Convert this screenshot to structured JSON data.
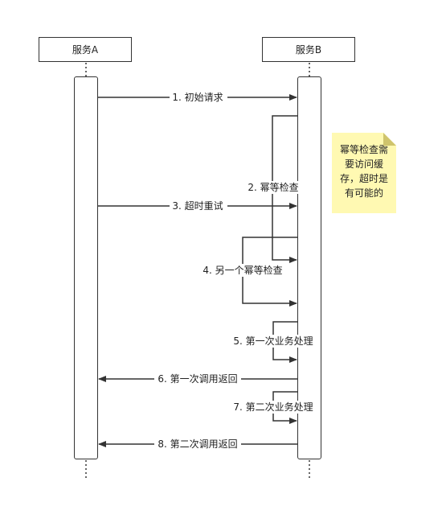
{
  "participants": {
    "a": "服务A",
    "b": "服务B"
  },
  "messages": [
    "1. 初始请求",
    "2. 幂等检查",
    "3. 超时重试",
    "4. 另一个幂等检查",
    "5. 第一次业务处理",
    "6. 第一次调用返回",
    "7. 第二次业务处理",
    "8. 第二次调用返回"
  ],
  "note": {
    "text": "幂等检查需要访问缓存，超时是有可能的",
    "color": "#fff9b2"
  }
}
